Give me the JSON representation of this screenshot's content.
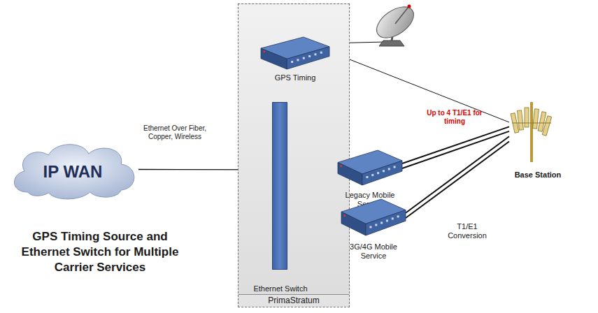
{
  "diagram": {
    "title": "GPS Timing Source and Ethernet Switch for Multiple Carrier Services",
    "nodes": [
      {
        "text": [
          "IP WAN"
        ]
      },
      {
        "text": [
          "PrimaStratum"
        ]
      },
      {
        "text": [
          "GPS Timing"
        ],
        "in": 1
      },
      {
        "text": [
          "Ethernet Switch"
        ],
        "in": 1
      },
      {
        "text": [
          "Legacy Mobile Service"
        ]
      },
      {
        "text": [
          "3G/4G Mobile Service"
        ]
      },
      {
        "text": [
          "Base Station"
        ]
      }
    ],
    "edges": [
      {
        "from": 0,
        "to": 3,
        "arrow": "none",
        "label": "Ethernet Over Fiber, Copper, Wireless"
      },
      {
        "from": 2,
        "to": 6,
        "arrow": "none",
        "label": "Up to 4 T1/E1 for timing"
      },
      {
        "from": 3,
        "to": 4,
        "arrow": "none"
      },
      {
        "from": 3,
        "to": 5,
        "arrow": "none"
      },
      {
        "from": 4,
        "to": 6,
        "arrow": "none"
      },
      {
        "from": 4,
        "to": 6,
        "arrow": "none"
      },
      {
        "from": 5,
        "to": 6,
        "arrow": "none"
      },
      {
        "from": 5,
        "to": 6,
        "arrow": "none"
      }
    ],
    "labels": [
      "T1/E1 Conversion"
    ]
  }
}
